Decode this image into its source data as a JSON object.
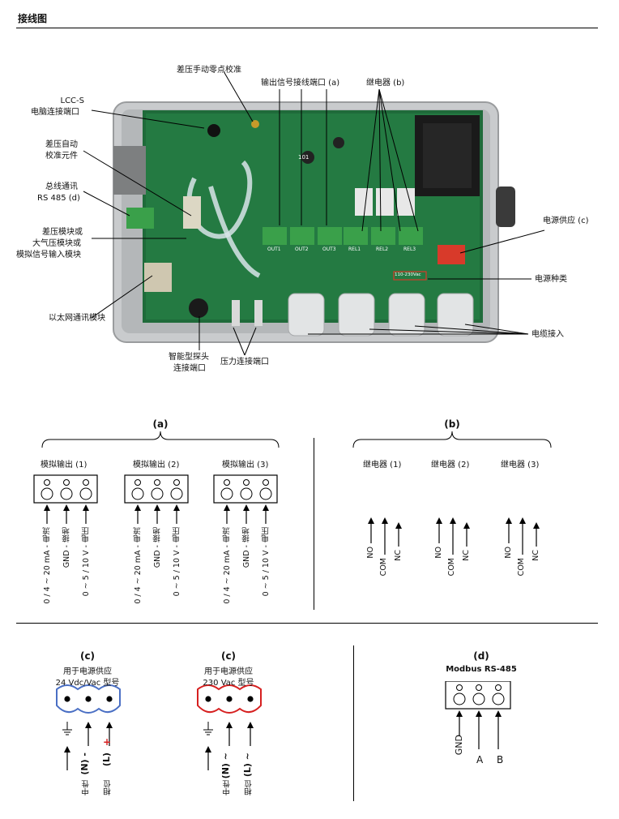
{
  "page_title": "接线图",
  "photo": {
    "callouts": {
      "zero_calibration": "差压手动零点校准",
      "output_terminals": "输出信号接线端口 (a)",
      "relays": "继电器 (b)",
      "lcc_s_line1": "LCC-S",
      "lcc_s_line2": "电脑连接端口",
      "auto_cal_line1": "差压自动",
      "auto_cal_line2": "校准元件",
      "bus_line1": "总线通讯",
      "bus_line2": "RS 485 (d)",
      "module_line1": "差压模块或",
      "module_line2": "大气压模块或",
      "module_line3": "模拟信号输入模块",
      "ethernet": "以太网通讯模块",
      "smart_probe_line1": "智能型探头",
      "smart_probe_line2": "连接端口",
      "pressure_port": "压力连接端口",
      "power_supply": "电源供应 (c)",
      "power_type": "电源种类",
      "cable_entry": "电缆接入"
    },
    "board_labels": {
      "out1": "OUT1",
      "out2": "OUT2",
      "out3": "OUT3",
      "rel1": "REL1",
      "rel2": "REL2",
      "rel3": "REL3",
      "voltage": "110-230Vac",
      "cap": "101"
    }
  },
  "section_a": {
    "label": "(a)",
    "outputs": [
      {
        "name": "模拟输出 (1)",
        "pins": [
          "0 / 4 ~ 20 mA - 电流",
          "GND - 接地",
          "0 ~ 5 / 10 V - 电压"
        ]
      },
      {
        "name": "模拟输出 (2)",
        "pins": [
          "0 / 4 ~ 20 mA - 电流",
          "GND - 接地",
          "0 ~ 5 / 10 V - 电压"
        ]
      },
      {
        "name": "模拟输出 (3)",
        "pins": [
          "0 / 4 ~ 20 mA - 电流",
          "GND - 接地",
          "0 ~ 5 / 10 V - 电压"
        ]
      }
    ]
  },
  "section_b": {
    "label": "(b)",
    "relays": [
      {
        "name": "继电器 (1)",
        "pins": [
          "NO",
          "COM",
          "NC"
        ]
      },
      {
        "name": "继电器 (2)",
        "pins": [
          "NO",
          "COM",
          "NC"
        ]
      },
      {
        "name": "继电器 (3)",
        "pins": [
          "NO",
          "COM",
          "NC"
        ]
      }
    ]
  },
  "section_c": [
    {
      "label": "(c)",
      "line1": "用于电源供应",
      "line2": "24 Vdc/Vac 型号",
      "pins": [
        "(N) -",
        "(L)"
      ],
      "plus": "+",
      "under": [
        "中性",
        "相位"
      ],
      "color": "#4a6fc4"
    },
    {
      "label": "(c)",
      "line1": "用于电源供应",
      "line2": "230 Vac 型号",
      "pins": [
        "(N) ~",
        "(L) ~"
      ],
      "plus": "",
      "under": [
        "中性",
        "相位"
      ],
      "color": "#d62020"
    }
  ],
  "section_d": {
    "label": "(d)",
    "title": "Modbus RS-485",
    "pins": [
      "GND",
      "A",
      "B"
    ]
  }
}
